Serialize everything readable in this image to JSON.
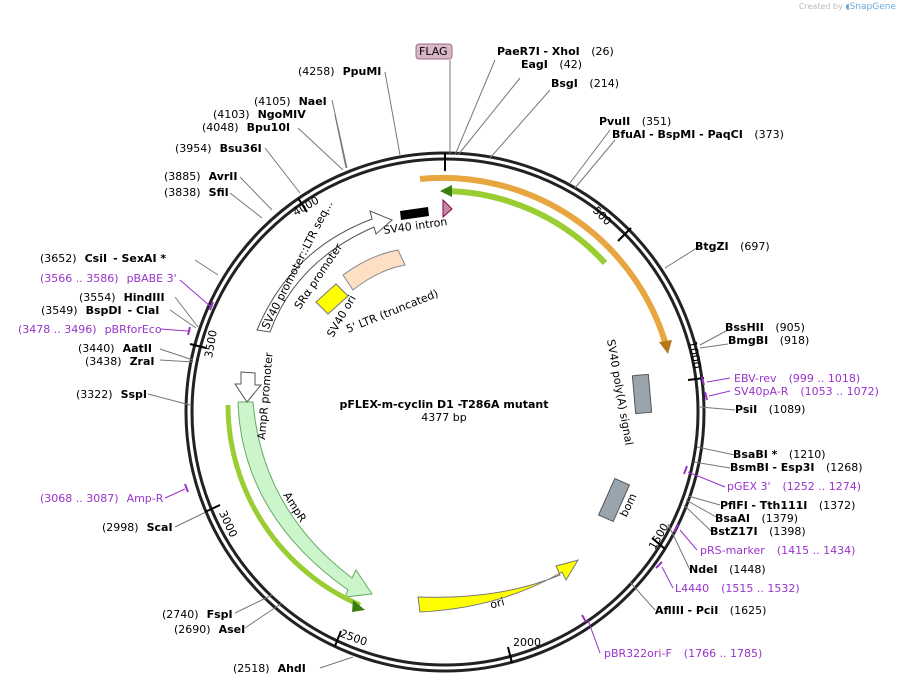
{
  "credit": {
    "prefix": "Created by",
    "brand": "SnapGene"
  },
  "plasmid": {
    "name": "pFLEX-m-cyclin D1 -T286A mutant",
    "length": "4377 bp"
  },
  "ticks": [
    "500",
    "1000",
    "1500",
    "2000",
    "2500",
    "3000",
    "3500",
    "4000"
  ],
  "features": {
    "flag": "FLAG",
    "sv40_intron": "SV40 intron",
    "sv40_polya": "SV40 poly(A) signal",
    "bom": "bom",
    "ori": "ori",
    "ampr": "AmpR",
    "ampr_promoter": "AmpR promoter",
    "sv40_ltr": "SV40 promoter::LTR seq...",
    "sra": "SRα promoter",
    "sv40_ori": "SV40 ori",
    "ltr5": "5' LTR (truncated)"
  },
  "sites": [
    {
      "name": "PaeR7I",
      "suffix": "- XhoI",
      "pos": "(26)"
    },
    {
      "name": "EagI",
      "pos": "(42)"
    },
    {
      "name": "BsgI",
      "pos": "(214)"
    },
    {
      "name": "PvuII",
      "pos": "(351)"
    },
    {
      "name": "BfuAI",
      "suffix": "- BspMI - PaqCI",
      "pos": "(373)"
    },
    {
      "name": "BtgZI",
      "pos": "(697)"
    },
    {
      "name": "BssHII",
      "pos": "(905)"
    },
    {
      "name": "BmgBI",
      "pos": "(918)"
    },
    {
      "name": "PsiI",
      "pos": "(1089)"
    },
    {
      "name": "BsaBI *",
      "pos": "(1210)"
    },
    {
      "name": "BsmBI",
      "suffix": "- Esp3I",
      "pos": "(1268)"
    },
    {
      "name": "PflFI",
      "suffix": "- Tth111I",
      "pos": "(1372)"
    },
    {
      "name": "BsaAI",
      "pos": "(1379)"
    },
    {
      "name": "BstZ17I",
      "pos": "(1398)"
    },
    {
      "name": "NdeI",
      "pos": "(1448)"
    },
    {
      "name": "AflIII",
      "suffix": "- PciI",
      "pos": "(1625)"
    },
    {
      "name": "AhdI",
      "pos": "(2518)"
    },
    {
      "name": "AseI",
      "pos": "(2690)"
    },
    {
      "name": "FspI",
      "pos": "(2740)"
    },
    {
      "name": "ScaI",
      "pos": "(2998)"
    },
    {
      "name": "SspI",
      "pos": "(3322)"
    },
    {
      "name": "ZraI",
      "pos": "(3438)"
    },
    {
      "name": "AatII",
      "pos": "(3440)"
    },
    {
      "name": "BspDI",
      "suffix": "- ClaI",
      "pos": "(3549)"
    },
    {
      "name": "HindIII",
      "pos": "(3554)"
    },
    {
      "name": "CsiI",
      "suffix": "- SexAI *",
      "pos": "(3652)"
    },
    {
      "name": "SfiI",
      "pos": "(3838)"
    },
    {
      "name": "AvrII",
      "pos": "(3885)"
    },
    {
      "name": "Bsu36I",
      "pos": "(3954)"
    },
    {
      "name": "Bpu10I",
      "pos": "(4048)"
    },
    {
      "name": "NgoMIV",
      "pos": "(4103)"
    },
    {
      "name": "NaeI",
      "pos": "(4105)"
    },
    {
      "name": "PpuMI",
      "pos": "(4258)"
    }
  ],
  "primers": [
    {
      "name": "EBV-rev",
      "range": "(999 .. 1018)"
    },
    {
      "name": "SV40pA-R",
      "range": "(1053 .. 1072)"
    },
    {
      "name": "pGEX 3'",
      "range": "(1252 .. 1274)"
    },
    {
      "name": "pRS-marker",
      "range": "(1415 .. 1434)"
    },
    {
      "name": "L4440",
      "range": "(1515 .. 1532)"
    },
    {
      "name": "pBR322ori-F",
      "range": "(1766 .. 1785)"
    },
    {
      "name": "Amp-R",
      "range": "(3068 .. 3087)"
    },
    {
      "name": "pBRforEco",
      "range": "(3478 .. 3496)"
    },
    {
      "name": "pBABE 3'",
      "range": "(3566 .. 3586)"
    }
  ]
}
